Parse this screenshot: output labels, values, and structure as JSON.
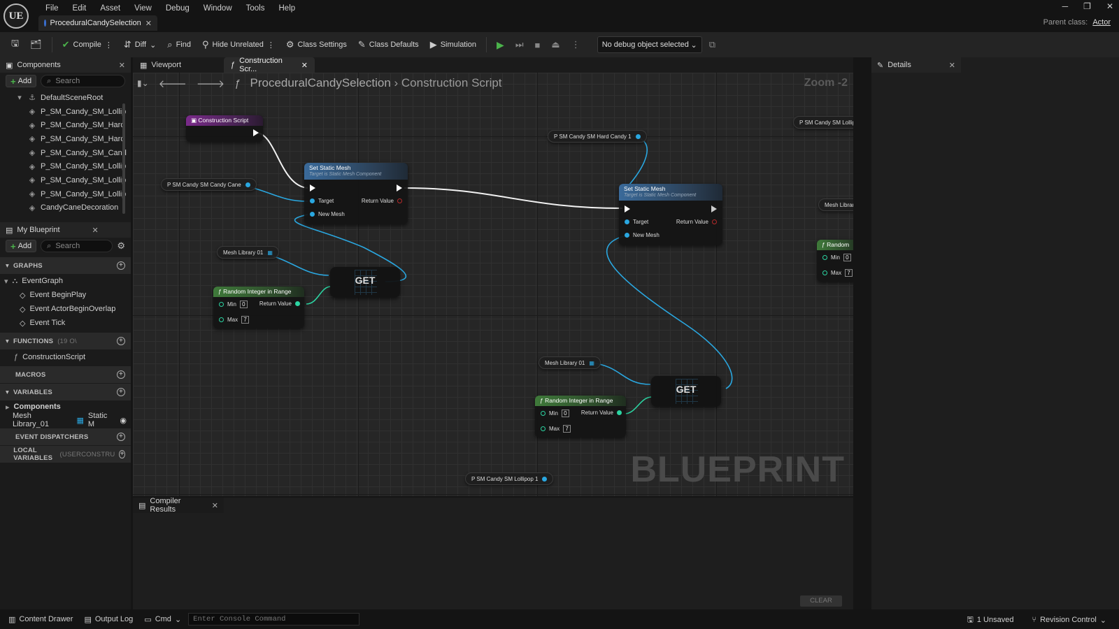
{
  "app": {
    "logo": "UE",
    "menu": [
      "File",
      "Edit",
      "Asset",
      "View",
      "Debug",
      "Window",
      "Tools",
      "Help"
    ],
    "document_tab": "ProceduralCandySelection",
    "parent_class_label": "Parent class:",
    "parent_class_value": "Actor"
  },
  "toolbar": {
    "compile": "Compile",
    "diff": "Diff",
    "find": "Find",
    "hide_unrelated": "Hide Unrelated",
    "class_settings": "Class Settings",
    "class_defaults": "Class Defaults",
    "simulation": "Simulation",
    "debug_object": "No debug object selected"
  },
  "components_panel": {
    "tab": "Components",
    "add": "Add",
    "search_placeholder": "Search",
    "root": "DefaultSceneRoot",
    "items": [
      "P_SM_Candy_SM_Lollip",
      "P_SM_Candy_SM_Hard",
      "P_SM_Candy_SM_Hard",
      "P_SM_Candy_SM_Cand",
      "P_SM_Candy_SM_Lollip",
      "P_SM_Candy_SM_Lollip",
      "P_SM_Candy_SM_Lollip",
      "CandyCaneDecoration"
    ]
  },
  "my_blueprint": {
    "tab": "My Blueprint",
    "add": "Add",
    "search_placeholder": "Search",
    "graphs_header": "GRAPHS",
    "event_graph": "EventGraph",
    "events": [
      "Event BeginPlay",
      "Event ActorBeginOverlap",
      "Event Tick"
    ],
    "functions_header": "FUNCTIONS",
    "functions_count": "(19 O\\",
    "function_items": [
      "ConstructionScript"
    ],
    "macros_header": "MACROS",
    "variables_header": "VARIABLES",
    "components_category": "Components",
    "variable_name": "Mesh Library_01",
    "variable_type": "Static M",
    "event_dispatchers_header": "EVENT DISPATCHERS",
    "local_variables_header": "LOCAL VARIABLES",
    "local_variables_sub": "(USERCONSTRU"
  },
  "graph": {
    "tab_viewport": "Viewport",
    "tab_construction": "Construction Scr...",
    "breadcrumb_root": "ProceduralCandySelection",
    "breadcrumb_leaf": "Construction Script",
    "zoom": "Zoom -2",
    "watermark": "BLUEPRINT",
    "nodes": {
      "construction_script": "Construction Script",
      "set_static_mesh_title": "Set Static Mesh",
      "set_static_mesh_sub": "Target is Static Mesh Component",
      "target": "Target",
      "return_value": "Return Value",
      "new_mesh": "New Mesh",
      "candy_cane": "P SM Candy SM Candy Cane",
      "hard_candy": "P SM Candy SM Hard Candy 1",
      "lollipop_top": "P SM Candy SM Lollipo",
      "lollipop_bottom": "P SM Candy SM Lollipop 1",
      "mesh_library": "Mesh Library 01",
      "mesh_library_right": "Mesh Librar",
      "random_int": "Random Integer in Range",
      "random_partial": "Random",
      "min_label": "Min",
      "max_label": "Max",
      "min_value": "0",
      "max_value": "7",
      "get": "GET"
    }
  },
  "compiler_results": {
    "tab": "Compiler Results",
    "clear": "CLEAR"
  },
  "details": {
    "tab": "Details"
  },
  "statusbar": {
    "content_drawer": "Content Drawer",
    "output_log": "Output Log",
    "cmd": "Cmd",
    "console_placeholder": "Enter Console Command",
    "unsaved": "1 Unsaved",
    "revision_control": "Revision Control"
  }
}
